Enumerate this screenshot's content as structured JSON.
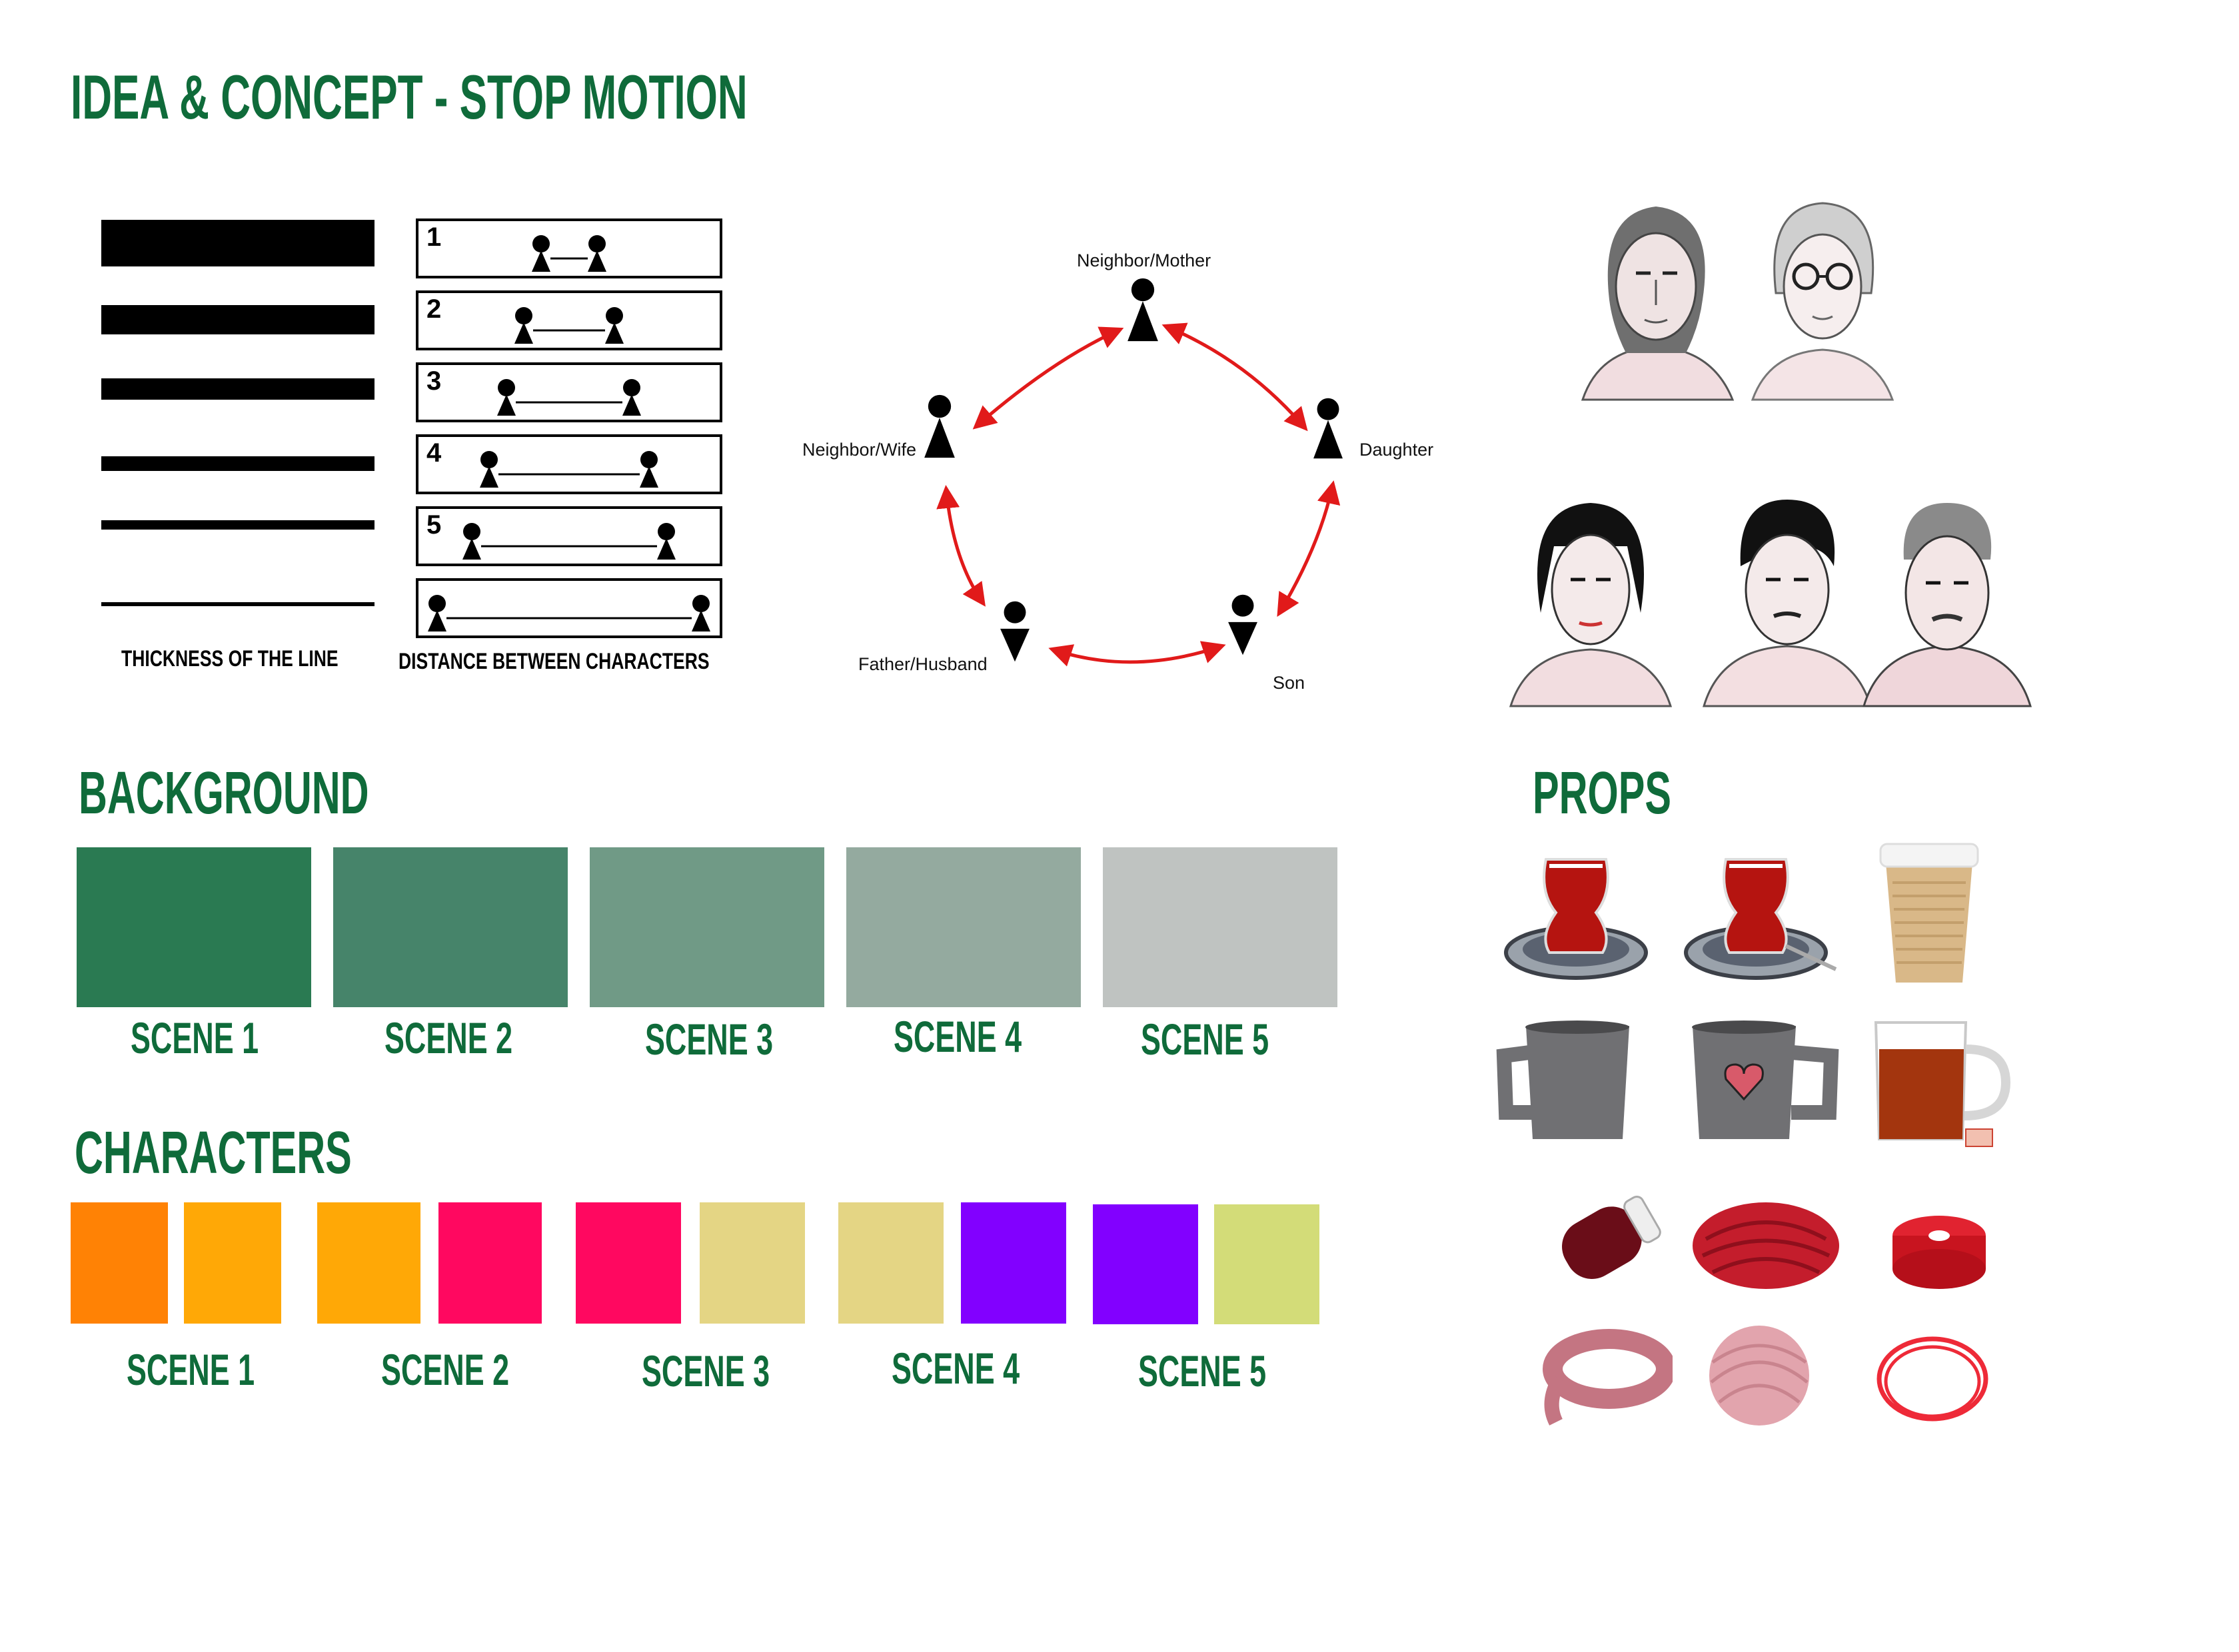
{
  "title": "IDEA & CONCEPT - STOP MOTION",
  "line_thickness": {
    "caption": "THICKNESS OF THE LINE",
    "bars": [
      {
        "stroke": 70
      },
      {
        "stroke": 44
      },
      {
        "stroke": 32
      },
      {
        "stroke": 22
      },
      {
        "stroke": 14
      },
      {
        "stroke": 6
      }
    ]
  },
  "distance": {
    "caption": "DISTANCE BETWEEN CHARACTERS",
    "rows": [
      {
        "number": "1",
        "gap": 1
      },
      {
        "number": "2",
        "gap": 2
      },
      {
        "number": "3",
        "gap": 3
      },
      {
        "number": "4",
        "gap": 4
      },
      {
        "number": "5",
        "gap": 5
      },
      {
        "number": "",
        "gap": 6
      }
    ]
  },
  "relationships": {
    "nodes": [
      {
        "label": "Neighbor/Mother"
      },
      {
        "label": "Daughter"
      },
      {
        "label": "Son"
      },
      {
        "label": "Father/Husband"
      },
      {
        "label": "Neighbor/Wife"
      }
    ],
    "arrow_color": "#e11a1a"
  },
  "background": {
    "heading": "BACKGROUND",
    "scenes": [
      {
        "label": "SCENE 1",
        "color": "#2a7a52"
      },
      {
        "label": "SCENE 2",
        "color": "#46846a"
      },
      {
        "label": "SCENE 3",
        "color": "#709a86"
      },
      {
        "label": "SCENE 4",
        "color": "#94aa9f"
      },
      {
        "label": "SCENE 5",
        "color": "#bfc3c1"
      }
    ]
  },
  "characters": {
    "heading": "CHARACTERS",
    "scenes": [
      {
        "label": "SCENE 1",
        "colors": [
          "#ff8205",
          "#ffa806"
        ]
      },
      {
        "label": "SCENE 2",
        "colors": [
          "#ffa806",
          "#ff0860"
        ]
      },
      {
        "label": "SCENE 3",
        "colors": [
          "#ff0860",
          "#e4d584"
        ]
      },
      {
        "label": "SCENE 4",
        "colors": [
          "#e4d584",
          "#8200ff"
        ]
      },
      {
        "label": "SCENE 5",
        "colors": [
          "#8200ff",
          "#d3dc78"
        ]
      }
    ]
  },
  "portraits": [
    {
      "name": "older-woman"
    },
    {
      "name": "elderly-woman-glasses"
    },
    {
      "name": "young-woman"
    },
    {
      "name": "young-man"
    },
    {
      "name": "older-man"
    }
  ],
  "props": {
    "heading": "PROPS",
    "items": [
      {
        "name": "tea-glass"
      },
      {
        "name": "tea-glass"
      },
      {
        "name": "paper-coffee-cup"
      },
      {
        "name": "grey-mug"
      },
      {
        "name": "grey-mug-heart"
      },
      {
        "name": "glass-tea-mug"
      },
      {
        "name": "thread-spool"
      },
      {
        "name": "red-yarn-ball"
      },
      {
        "name": "ribbon-roll"
      },
      {
        "name": "pink-rope"
      },
      {
        "name": "twine-ball"
      },
      {
        "name": "red-cord"
      }
    ]
  }
}
